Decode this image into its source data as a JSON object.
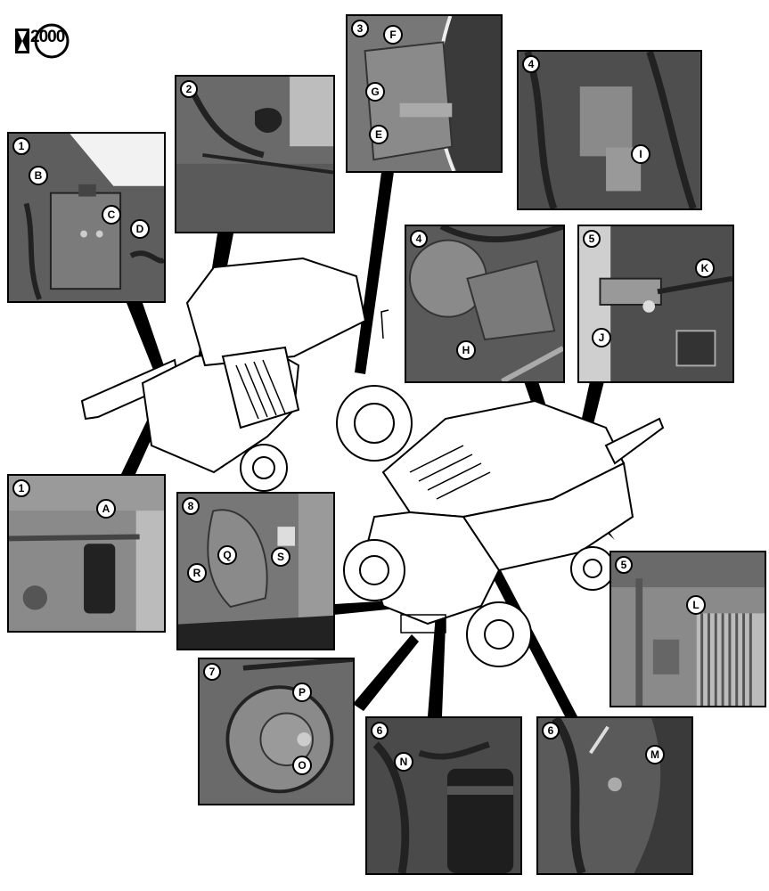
{
  "logo": {
    "text": "2000",
    "icon": "hourglass-icon"
  },
  "panels": [
    {
      "id": "p1a",
      "number": "1",
      "callouts": [
        "B",
        "C",
        "D"
      ]
    },
    {
      "id": "p2",
      "number": "2",
      "callouts": []
    },
    {
      "id": "p3",
      "number": "3",
      "callouts": [
        "F",
        "G",
        "E"
      ]
    },
    {
      "id": "p4a",
      "number": "4",
      "callouts": [
        "I"
      ]
    },
    {
      "id": "p4b",
      "number": "4",
      "callouts": [
        "H"
      ]
    },
    {
      "id": "p5a",
      "number": "5",
      "callouts": [
        "K",
        "J"
      ]
    },
    {
      "id": "p1b",
      "number": "1",
      "callouts": [
        "A"
      ]
    },
    {
      "id": "p8",
      "number": "8",
      "callouts": [
        "R",
        "Q",
        "S"
      ]
    },
    {
      "id": "p5b",
      "number": "5",
      "callouts": [
        "L"
      ]
    },
    {
      "id": "p7",
      "number": "7",
      "callouts": [
        "P",
        "O"
      ]
    },
    {
      "id": "p6a",
      "number": "6",
      "callouts": [
        "N"
      ]
    },
    {
      "id": "p6b",
      "number": "6",
      "callouts": [
        "M"
      ]
    }
  ],
  "colors": {
    "panel": "#6d6d6d",
    "line": "#000000",
    "background": "#ffffff"
  }
}
